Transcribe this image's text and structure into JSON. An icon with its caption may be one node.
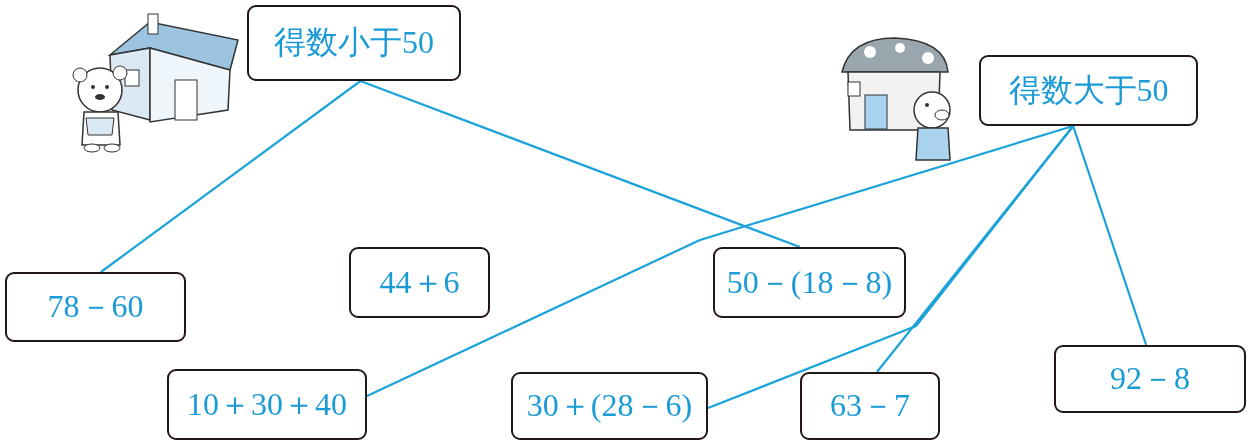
{
  "diagram": {
    "nodes": [
      {
        "text": [
          "得数小于50"
        ]
      },
      {
        "text": [
          "得数大于50"
        ]
      },
      {
        "text": [
          "78－60"
        ]
      },
      {
        "text": [
          "44＋6"
        ]
      },
      {
        "text": [
          "50－(18－8)"
        ]
      },
      {
        "text": [
          "10＋30＋40"
        ]
      },
      {
        "text": [
          "30＋(28－6)"
        ]
      },
      {
        "text": [
          "63－7"
        ]
      },
      {
        "text": [
          "92－8"
        ]
      }
    ],
    "edges": [
      {
        "from": 0,
        "to": 2,
        "arrow": "none"
      },
      {
        "from": 0,
        "to": 4,
        "arrow": "none"
      },
      {
        "from": 1,
        "to": 5,
        "arrow": "none"
      },
      {
        "from": 1,
        "to": 6,
        "arrow": "none"
      },
      {
        "from": 1,
        "to": 7,
        "arrow": "none"
      },
      {
        "from": 1,
        "to": 8,
        "arrow": "none"
      }
    ]
  }
}
